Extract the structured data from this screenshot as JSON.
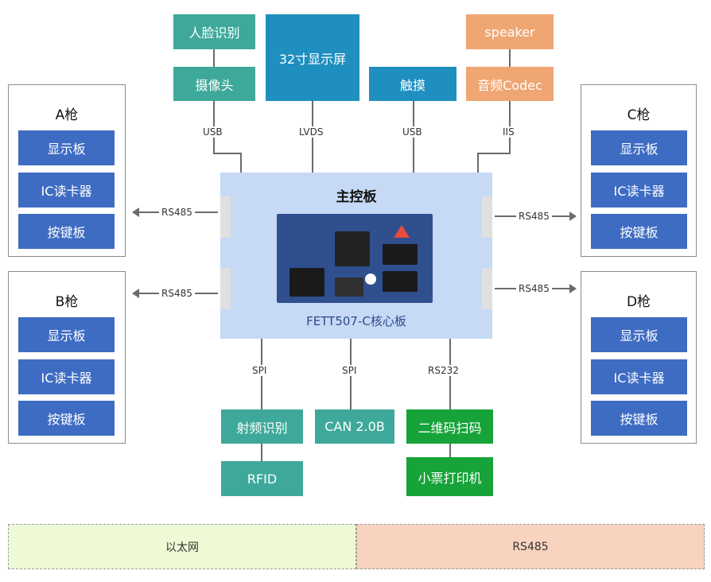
{
  "top_row": {
    "face_recognition": "人脸识别",
    "camera": "摄像头",
    "display_32": "32寸显示屏",
    "touch": "触摸",
    "speaker": "speaker",
    "audio_codec": "音频Codec"
  },
  "interfaces": {
    "usb_left": "USB",
    "lvds": "LVDS",
    "usb_right": "USB",
    "iis": "IIS",
    "rs485_a": "RS485",
    "rs485_b": "RS485",
    "rs485_c": "RS485",
    "rs485_d": "RS485",
    "spi_left": "SPI",
    "spi_mid": "SPI",
    "rs232": "RS232"
  },
  "main_board": {
    "title": "主控板",
    "core_label": "FETT507-C核心板"
  },
  "guns": {
    "a": {
      "title": "A枪",
      "items": [
        "显示板",
        "IC读卡器",
        "按键板"
      ]
    },
    "b": {
      "title": "B枪",
      "items": [
        "显示板",
        "IC读卡器",
        "按键板"
      ]
    },
    "c": {
      "title": "C枪",
      "items": [
        "显示板",
        "IC读卡器",
        "按键板"
      ]
    },
    "d": {
      "title": "D枪",
      "items": [
        "显示板",
        "IC读卡器",
        "按键板"
      ]
    }
  },
  "bottom_row": {
    "rf_recognition": "射频识别",
    "rfid": "RFID",
    "can": "CAN 2.0B",
    "qr_scan": "二维码扫码",
    "receipt_printer": "小票打印机"
  },
  "network_bar": {
    "ethernet": "以太网",
    "rs485": "RS485"
  },
  "colors": {
    "teal": "#3ea99a",
    "blue": "#1f8fbf",
    "orange": "#efa673",
    "green": "#17a339",
    "royal_blue": "#3e6cc3",
    "main_board": "#c6d9f5",
    "ethernet_bg": "#eefad6",
    "rs485_bg": "#f8d3bf"
  }
}
